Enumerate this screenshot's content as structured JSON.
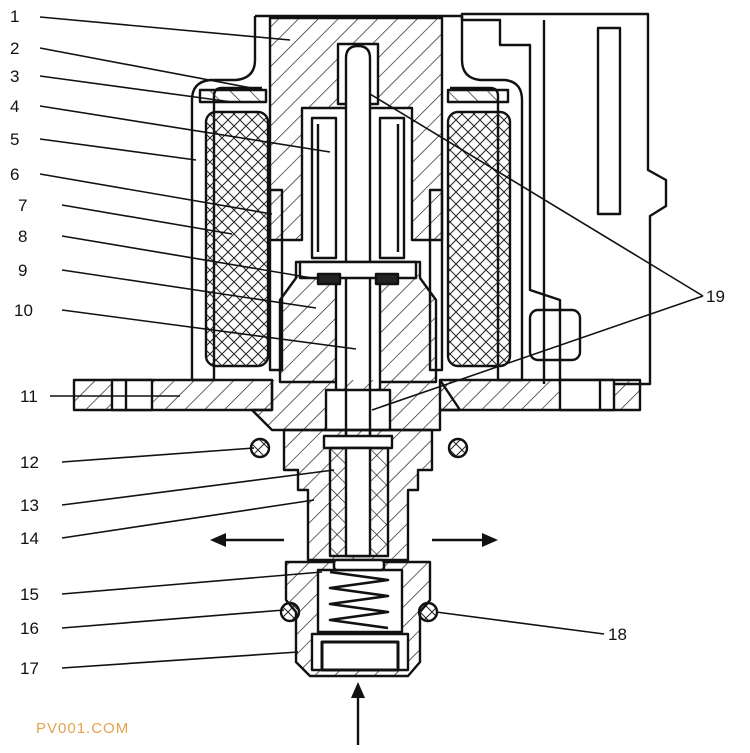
{
  "callouts": {
    "c1": "1",
    "c2": "2",
    "c3": "3",
    "c4": "4",
    "c5": "5",
    "c6": "6",
    "c7": "7",
    "c8": "8",
    "c9": "9",
    "c10": "10",
    "c11": "11",
    "c12": "12",
    "c13": "13",
    "c14": "14",
    "c15": "15",
    "c16": "16",
    "c17": "17",
    "c18": "18",
    "c19": "19"
  },
  "watermark": "PV001.COM",
  "colors": {
    "line": "#111111",
    "watermark": "#e6a24c",
    "background": "#ffffff"
  }
}
